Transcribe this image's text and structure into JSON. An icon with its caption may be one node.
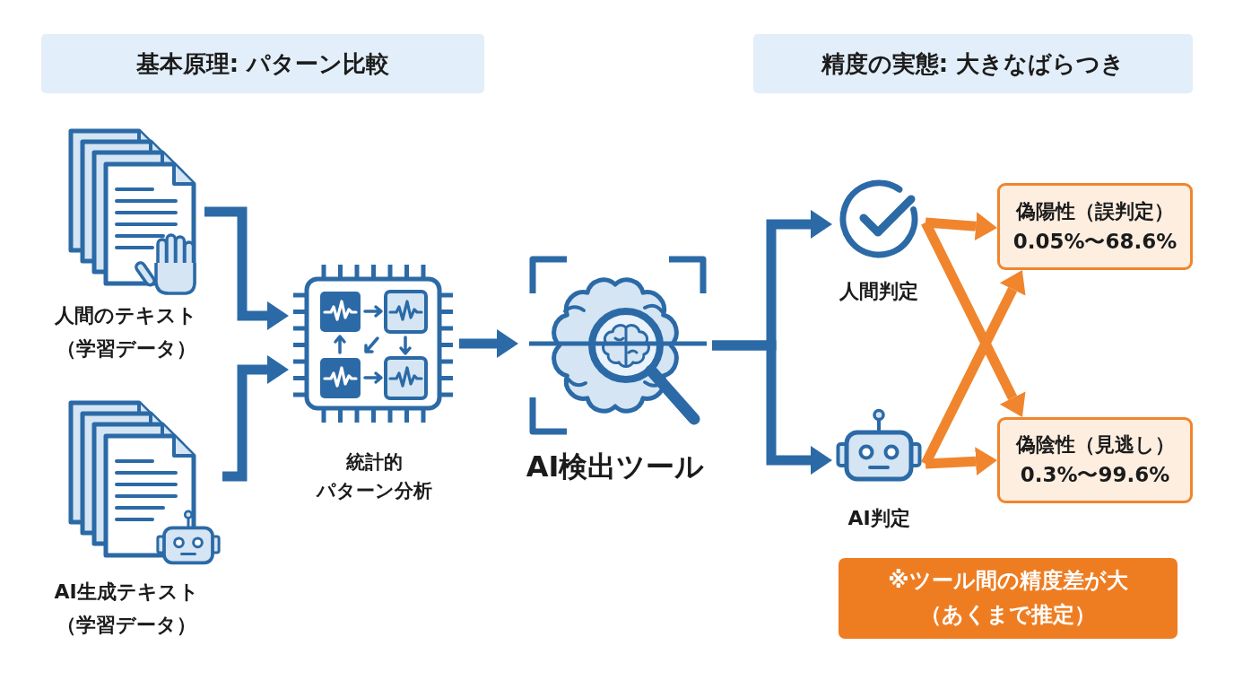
{
  "diagram": {
    "nodes": [
      {
        "text": [
          "基本原理: パターン比較"
        ]
      },
      {
        "text": [
          "精度の実態: 大きなばらつき"
        ]
      },
      {
        "text": [
          "人間のテキスト（学習データ）"
        ]
      },
      {
        "text": [
          "AI生成テキスト（学習データ）"
        ]
      },
      {
        "text": [
          "統計的パターン分析"
        ]
      },
      {
        "text": [
          "AI検出ツール"
        ]
      },
      {
        "text": [
          "人間判定"
        ]
      },
      {
        "text": [
          "AI判定"
        ]
      },
      {
        "text": [
          "偽陽性（誤判定）",
          "0.05%〜68.6%"
        ]
      },
      {
        "text": [
          "偽陰性（見逃し）",
          "0.3%〜99.6%"
        ]
      },
      {
        "text": [
          "※ツール間の精度差が大（あくまで推定）"
        ]
      }
    ],
    "edges": [
      {
        "from": 2,
        "to": 4,
        "arrow": "to"
      },
      {
        "from": 3,
        "to": 4,
        "arrow": "to"
      },
      {
        "from": 4,
        "to": 5,
        "arrow": "to"
      },
      {
        "from": 5,
        "to": 6,
        "arrow": "to"
      },
      {
        "from": 5,
        "to": 7,
        "arrow": "to"
      },
      {
        "from": 6,
        "to": 8,
        "arrow": "to",
        "color": "#f0852d"
      },
      {
        "from": 6,
        "to": 9,
        "arrow": "to",
        "color": "#f0852d"
      },
      {
        "from": 7,
        "to": 8,
        "arrow": "to",
        "color": "#f0852d"
      },
      {
        "from": 7,
        "to": 9,
        "arrow": "to",
        "color": "#f0852d"
      }
    ]
  }
}
